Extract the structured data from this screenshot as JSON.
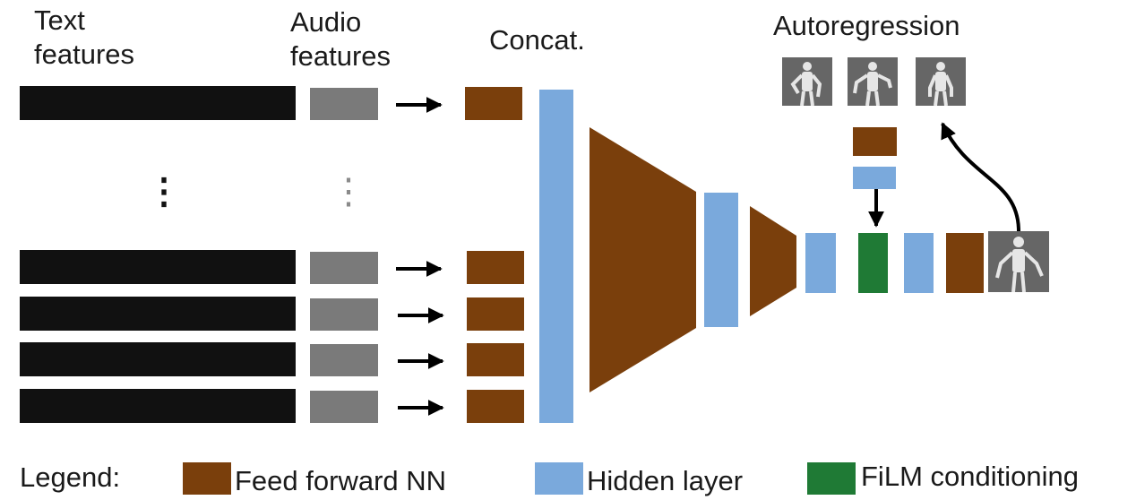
{
  "labels": {
    "text_features": [
      "Text",
      "features"
    ],
    "audio_features": [
      "Audio",
      "features"
    ],
    "concat": "Concat.",
    "autoregression": "Autoregression",
    "text_ellipsis": "⋮",
    "audio_ellipsis": "⋮"
  },
  "legend": {
    "title": "Legend:",
    "items": [
      {
        "label": "Feed forward NN",
        "color": "#7a3f0c"
      },
      {
        "label": "Hidden layer",
        "color": "#7aa9dc"
      },
      {
        "label": "FiLM conditioning",
        "color": "#1f7a35"
      }
    ]
  },
  "colors": {
    "text_feature": "#111111",
    "audio_feature": "#7a7a7a",
    "feed_forward": "#7a3f0c",
    "hidden": "#7aa9dc",
    "film": "#1f7a35",
    "pose_thumb": "#666666"
  },
  "icons": {
    "pose": "humanoid-pose-icon",
    "arrow": "arrow-right-icon"
  }
}
